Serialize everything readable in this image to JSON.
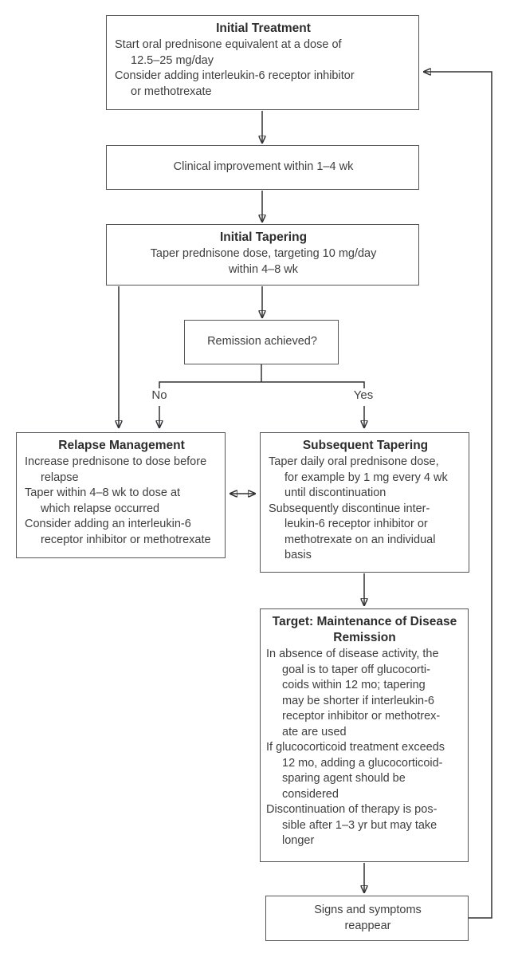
{
  "diagram": {
    "background": "#ffffff",
    "box_border_color": "#55565a",
    "line_color": "#323234",
    "text_color": "#3e3e40"
  },
  "nodes": {
    "initial_treatment": {
      "title": "Initial Treatment",
      "lines": [
        {
          "t": "Start oral prednisone equivalent at a dose of",
          "i": 0
        },
        {
          "t": "12.5–25 mg/day",
          "i": 1
        },
        {
          "t": "Consider adding interleukin-6 receptor inhibitor",
          "i": 0
        },
        {
          "t": "or methotrexate",
          "i": 1
        }
      ]
    },
    "clinical_improvement": {
      "lines": [
        {
          "t": "Clinical improvement within 1–4 wk",
          "i": 0
        }
      ]
    },
    "initial_tapering": {
      "title": "Initial Tapering",
      "lines": [
        {
          "t": "Taper prednisone dose, targeting 10 mg/day",
          "i": 0
        },
        {
          "t": "within 4–8 wk",
          "i": 0
        }
      ]
    },
    "remission_achieved": {
      "lines": [
        {
          "t": "Remission achieved?",
          "i": 0
        }
      ]
    },
    "relapse_management": {
      "title": "Relapse Management",
      "lines": [
        {
          "t": "Increase prednisone to dose before",
          "i": 0
        },
        {
          "t": "relapse",
          "i": 1
        },
        {
          "t": "Taper within 4–8 wk to dose at",
          "i": 0
        },
        {
          "t": "which relapse occurred",
          "i": 1
        },
        {
          "t": "Consider adding an interleukin-6",
          "i": 0
        },
        {
          "t": "receptor inhibitor or methotrexate",
          "i": 1
        }
      ]
    },
    "subsequent_tapering": {
      "title": "Subsequent Tapering",
      "lines": [
        {
          "t": "Taper daily oral prednisone dose,",
          "i": 0
        },
        {
          "t": "for example by 1 mg every 4 wk",
          "i": 1
        },
        {
          "t": "until discontinuation",
          "i": 1
        },
        {
          "t": "Subsequently discontinue inter-",
          "i": 0
        },
        {
          "t": "leukin-6 receptor inhibitor or",
          "i": 1
        },
        {
          "t": "methotrexate on an individual",
          "i": 1
        },
        {
          "t": "basis",
          "i": 1
        }
      ]
    },
    "target_maintenance": {
      "title": "Target: Maintenance of Disease Remission",
      "lines": [
        {
          "t": "In absence of disease activity, the",
          "i": 0
        },
        {
          "t": "goal is to taper off glucocorti-",
          "i": 1
        },
        {
          "t": "coids within 12 mo; tapering",
          "i": 1
        },
        {
          "t": "may be shorter if interleukin-6",
          "i": 1
        },
        {
          "t": "receptor inhibitor or methotrex-",
          "i": 1
        },
        {
          "t": "ate are used",
          "i": 1
        },
        {
          "t": "If glucocorticoid treatment exceeds",
          "i": 0
        },
        {
          "t": "12 mo, adding a glucocorticoid-",
          "i": 1
        },
        {
          "t": "sparing agent should be",
          "i": 1
        },
        {
          "t": "considered",
          "i": 1
        },
        {
          "t": "Discontinuation of therapy is pos-",
          "i": 0
        },
        {
          "t": "sible after 1–3 yr but may take",
          "i": 1
        },
        {
          "t": "longer",
          "i": 1
        }
      ]
    },
    "signs_symptoms": {
      "lines": [
        {
          "t": "Signs and symptoms",
          "i": 0
        },
        {
          "t": "reappear",
          "i": 0
        }
      ]
    }
  },
  "edge_labels": {
    "no": "No",
    "yes": "Yes"
  },
  "edges": [
    {
      "from": "initial_treatment",
      "to": "clinical_improvement"
    },
    {
      "from": "clinical_improvement",
      "to": "initial_tapering"
    },
    {
      "from": "initial_tapering",
      "to": "remission_achieved"
    },
    {
      "from": "remission_achieved",
      "to": "relapse_management",
      "label": "No"
    },
    {
      "from": "remission_achieved",
      "to": "subsequent_tapering",
      "label": "Yes"
    },
    {
      "from": "initial_tapering",
      "to": "relapse_management"
    },
    {
      "from": "relapse_management",
      "to": "subsequent_tapering",
      "bidirectional": true
    },
    {
      "from": "subsequent_tapering",
      "to": "target_maintenance"
    },
    {
      "from": "target_maintenance",
      "to": "signs_symptoms"
    },
    {
      "from": "signs_symptoms",
      "to": "initial_treatment",
      "note": "feedback loop"
    }
  ]
}
